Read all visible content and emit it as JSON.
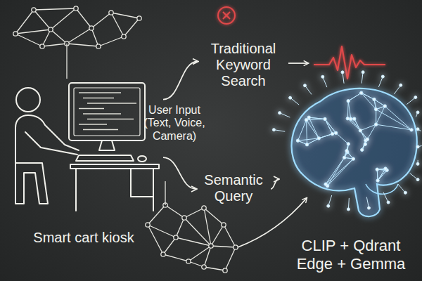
{
  "diagram": {
    "nodes": [
      {
        "text": [
          "Smart cart kiosk"
        ]
      },
      {
        "text": [
          "Traditional Keyword Search"
        ]
      },
      {
        "text": [
          "Semantic Query"
        ]
      },
      {
        "text": [
          "CLIP + Qdrant Edge + Gemma"
        ]
      }
    ],
    "edges": [
      {
        "from": 0,
        "to": 1,
        "arrow": "to"
      },
      {
        "from": 0,
        "to": 2,
        "arrow": "to"
      },
      {
        "from": 2,
        "to": 3,
        "arrow": "to"
      }
    ],
    "labels": [
      "User Input (Text, Voice, Camera)"
    ]
  }
}
